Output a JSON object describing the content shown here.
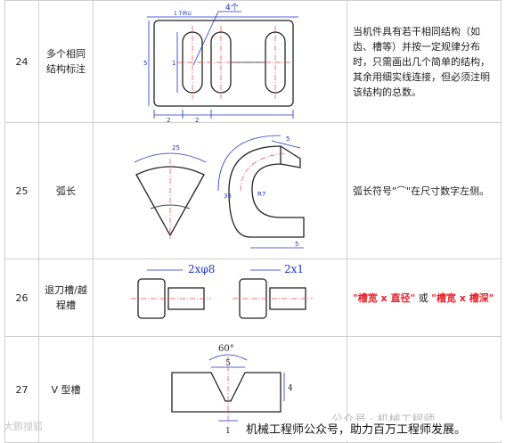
{
  "rows": [
    {
      "num": "24",
      "name": [
        "多个相同",
        "结构标注"
      ],
      "desc": "当机件具有若干相同结构（如齿、槽等）并按一定规律分布时，只需画出几个简单的结构，其余用细实线连接，但必须注明该结构的总数。",
      "fig": {
        "count_label": "4个",
        "dim_a": "2",
        "dim_b": "2",
        "dim_c": "1",
        "dim_d": "5",
        "top_label": "1 TIRU"
      }
    },
    {
      "num": "25",
      "name": [
        "弧长"
      ],
      "desc": "弧长符号\"⌒\"在尺寸数字左侧。",
      "fig": {
        "arc_left": "25",
        "arc_right": "35",
        "dim_top": "5",
        "dim_bottom": "5",
        "radius": "R7"
      }
    },
    {
      "num": "26",
      "name": [
        "退刀槽/越",
        "程槽"
      ],
      "desc_parts": [
        "\"槽宽 x 直径\"",
        " 或 ",
        "\"槽宽 x 槽深\""
      ],
      "fig": {
        "left_dim": "2xφ8",
        "right_dim": "2x1"
      }
    },
    {
      "num": "27",
      "name": [
        "V 型槽"
      ],
      "desc": "",
      "fig": {
        "angle": "60°",
        "width": "5",
        "depth": "4",
        "bottom": "1"
      }
    }
  ],
  "caption": "机械工程师公众号，助力百万工程师发展。",
  "watermark": "公众号 · 机械工程师",
  "watermark2": "大鹏搜狐"
}
